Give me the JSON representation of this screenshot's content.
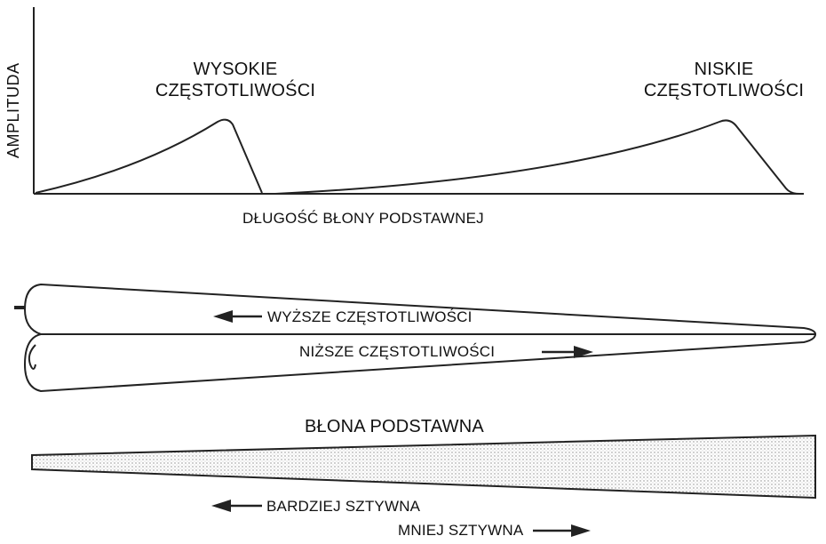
{
  "graph": {
    "y_axis_label": "AMPLITUDA",
    "x_axis_label": "DŁUGOŚĆ BŁONY PODSTAWNEJ",
    "peak_high": {
      "line1": "WYSOKIE",
      "line2": "CZĘSTOTLIWOŚCI"
    },
    "peak_low": {
      "line1": "NISKIE",
      "line2": "CZĘSTOTLIWOŚCI"
    }
  },
  "cochlea": {
    "upper_label": "WYŻSZE CZĘSTOTLIWOŚCI",
    "lower_label": "NIŻSZE CZĘSTOTLIWOŚCI"
  },
  "membrane": {
    "title": "BŁONA PODSTAWNA",
    "stiffer_label": "BARDZIEJ SZTYWNA",
    "less_stiff_label": "MNIEJ SZTYWNA"
  }
}
